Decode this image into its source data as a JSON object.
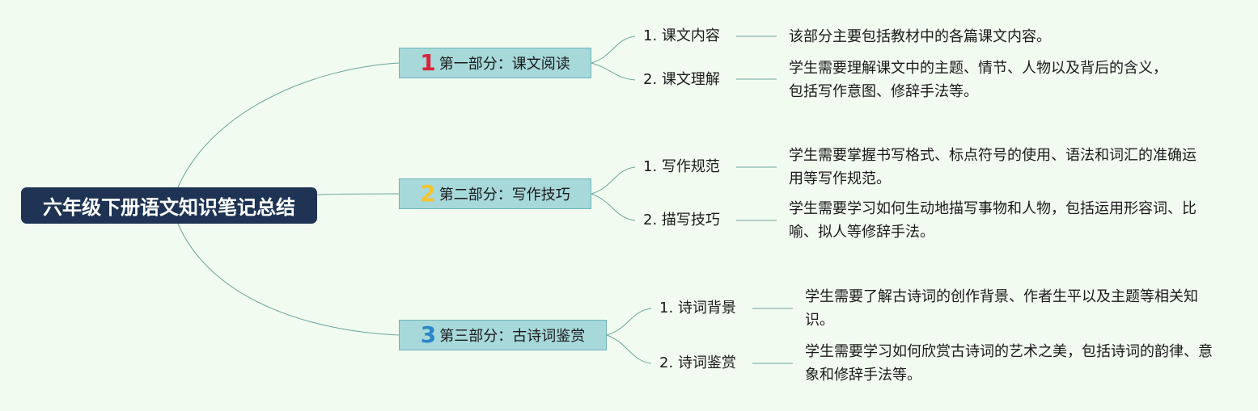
{
  "root": {
    "title": "六年级下册语文知识笔记总结"
  },
  "branches": [
    {
      "number": "1",
      "number_color": "#d8243a",
      "label": "第一部分：课文阅读",
      "topics": [
        {
          "label": "1. 课文内容",
          "desc": "该部分主要包括教材中的各篇课文内容。"
        },
        {
          "label": "2. 课文理解",
          "desc": "学生需要理解课文中的主题、情节、人物以及背后的含义，包括写作意图、修辞手法等。"
        }
      ]
    },
    {
      "number": "2",
      "number_color": "#f4c430",
      "label": "第二部分：写作技巧",
      "topics": [
        {
          "label": "1. 写作规范",
          "desc": "学生需要掌握书写格式、标点符号的使用、语法和词汇的准确运用等写作规范。"
        },
        {
          "label": "2. 描写技巧",
          "desc": "学生需要学习如何生动地描写事物和人物，包括运用形容词、比喻、拟人等修辞手法。"
        }
      ]
    },
    {
      "number": "3",
      "number_color": "#2a86c8",
      "label": "第三部分：古诗词鉴赏",
      "topics": [
        {
          "label": "1. 诗词背景",
          "desc": "学生需要了解古诗词的创作背景、作者生平以及主题等相关知识。"
        },
        {
          "label": "2. 诗词鉴赏",
          "desc": "学生需要学习如何欣赏古诗词的艺术之美，包括诗词的韵律、意象和修辞手法等。"
        }
      ]
    }
  ],
  "colors": {
    "background": "#f2fbf0",
    "root_fill": "#1f3454",
    "branch_fill": "#a7d8da",
    "connector": "#6aa69a"
  }
}
